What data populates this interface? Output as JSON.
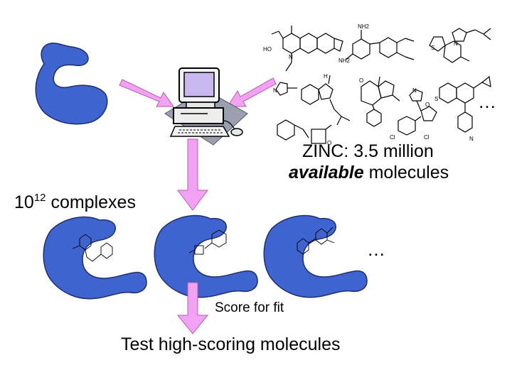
{
  "zinc": {
    "line1": "ZINC: 3.5 million",
    "emphasis": "available",
    "line2_rest": " molecules"
  },
  "complexes": {
    "base": "10",
    "exponent": "12",
    "label": " complexes"
  },
  "score_label": "Score for fit",
  "result_label": "Test high-scoring molecules",
  "ellipsis": "…",
  "molecule_labels": {
    "hydroxyl": "HO",
    "nh2": "NH2",
    "nitrogen": "N",
    "sulfur": "S",
    "oxygen": "O",
    "chlorine": "Cl",
    "hydrogen": "H"
  },
  "colors": {
    "protein": "#3f63cf",
    "arrow": "#f3a2f3",
    "computer_base": "#9aa0b0",
    "screen": "#c9b7f0"
  }
}
